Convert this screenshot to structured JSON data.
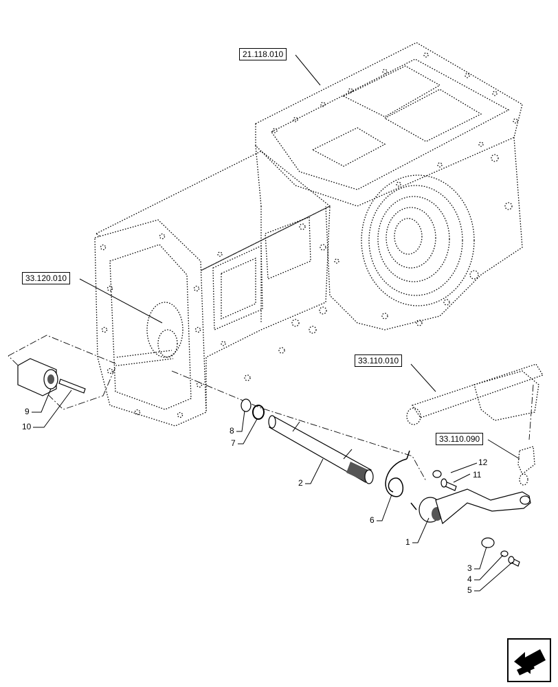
{
  "references": {
    "ref_housing": "21.118.010",
    "ref_shaft_group": "33.120.010",
    "ref_lever_rod": "33.110.010",
    "ref_joint": "33.110.090"
  },
  "callouts": {
    "c1": "1",
    "c2": "2",
    "c3": "3",
    "c4": "4",
    "c5": "5",
    "c6": "6",
    "c7": "7",
    "c8": "8",
    "c9": "9",
    "c10": "10",
    "c11": "11",
    "c12": "12"
  },
  "nav": {
    "icon": "previous-page-arrow-icon"
  },
  "colors": {
    "line": "#000000",
    "fill": "#ffffff",
    "shade": "#555555"
  }
}
